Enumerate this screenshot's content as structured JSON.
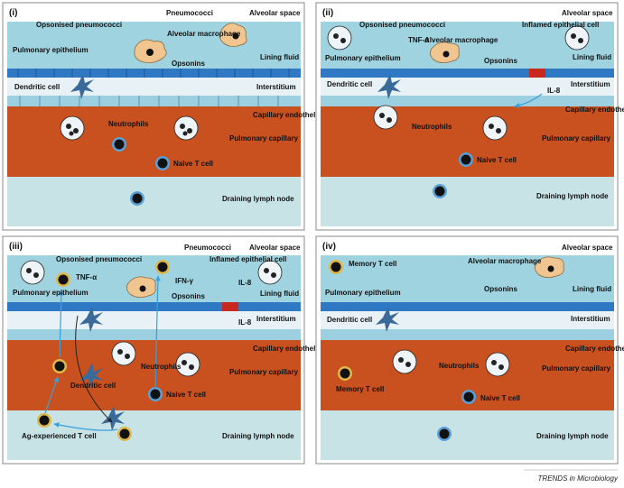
{
  "panels": [
    {
      "roman": "(i)",
      "labels": {
        "pneumococci": "Pneumococci",
        "opsonised": "Opsonised pneumococci",
        "alveolar_space": "Alveolar space",
        "alveolar_macrophage": "Alveolar macrophage",
        "pulmonary_epithelium": "Pulmonary epithelium",
        "opsonins": "Opsonins",
        "lining_fluid": "Lining fluid",
        "dendritic_cell": "Dendritic cell",
        "interstitium": "Interstitium",
        "capillary_endothelium": "Capillary endothelium",
        "neutrophils": "Neutrophils",
        "pulmonary_capillary": "Pulmonary capillary",
        "naive_t_cell": "Naive T cell",
        "draining_lymph_node": "Draining lymph node"
      }
    },
    {
      "roman": "(ii)",
      "labels": {
        "alveolar_space": "Alveolar space",
        "opsonised": "Opsonised pneumococci",
        "inflamed_epithelial": "Inflamed epithelial cell",
        "tnf": "TNF-α",
        "alveolar_macrophage": "Alveolar macrophage",
        "pulmonary_epithelium": "Pulmonary epithelium",
        "opsonins": "Opsonins",
        "lining_fluid": "Lining fluid",
        "dendritic_cell": "Dendritic cell",
        "interstitium": "Interstitium",
        "il8": "IL-8",
        "capillary_endothelium": "Capillary endothelium",
        "neutrophils": "Neutrophils",
        "pulmonary_capillary": "Pulmonary capillary",
        "naive_t_cell": "Naive T cell",
        "draining_lymph_node": "Draining lymph node"
      }
    },
    {
      "roman": "(iii)",
      "labels": {
        "pneumococci": "Pneumococci",
        "alveolar_space": "Alveolar space",
        "opsonised": "Opsonised pneumococci",
        "inflamed_epithelial": "Inflamed epithelial cell",
        "tnf": "TNF-α",
        "ifn": "IFN-γ",
        "il8_a": "IL-8",
        "lining_fluid": "Lining fluid",
        "pulmonary_epithelium": "Pulmonary epithelium",
        "opsonins": "Opsonins",
        "interstitium": "Interstitium",
        "il8_b": "IL-8",
        "capillary_endothelium": "Capillary endothelium",
        "neutrophils": "Neutrophils",
        "pulmonary_capillary": "Pulmonary capillary",
        "dendritic_cell": "Dendritic cell",
        "naive_t_cell": "Naive T cell",
        "ag_experienced": "Ag-experienced T cell",
        "draining_lymph_node": "Draining lymph node"
      }
    },
    {
      "roman": "(iv)",
      "labels": {
        "alveolar_space": "Alveolar space",
        "memory_t_cell_top": "Memory T cell",
        "alveolar_macrophage": "Alveolar macrophage",
        "pulmonary_epithelium": "Pulmonary epithelium",
        "opsonins": "Opsonins",
        "lining_fluid": "Lining fluid",
        "dendritic_cell": "Dendritic cell",
        "interstitium": "Interstitium",
        "capillary_endothelium": "Capillary endothelium",
        "neutrophils": "Neutrophils",
        "pulmonary_capillary": "Pulmonary capillary",
        "memory_t_cell_bottom": "Memory T cell",
        "naive_t_cell": "Naive T cell",
        "draining_lymph_node": "Draining lymph node"
      }
    }
  ],
  "journal": "TRENDS in Microbiology",
  "colors": {
    "alveolar": "#9fd3df",
    "capillary": "#c9501f",
    "lymph": "#c8e3e6",
    "epithelium": "#2f78c4",
    "endothelium": "#9ccfe0",
    "arrow": "#3aa0d8"
  }
}
